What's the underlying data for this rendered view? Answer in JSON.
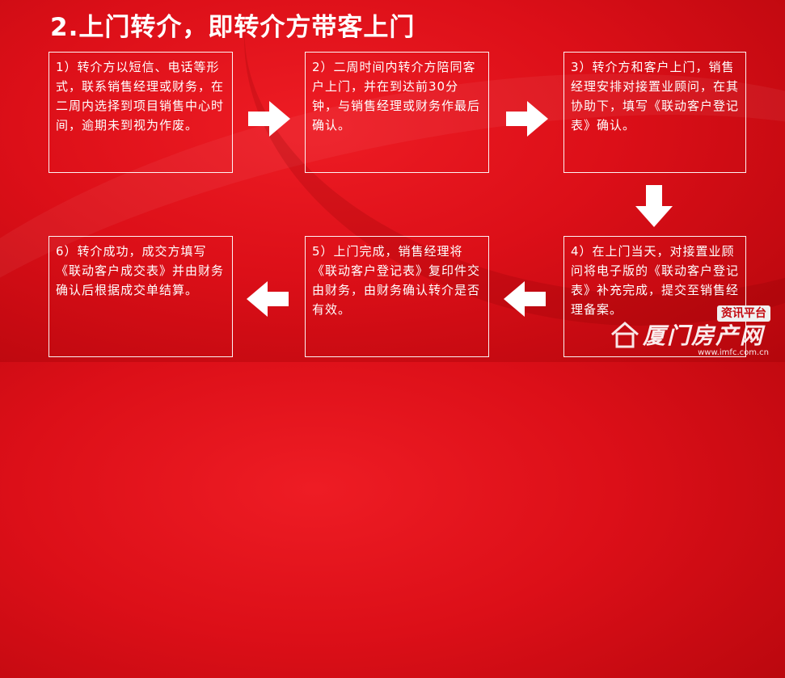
{
  "title": "2.上门转介，即转介方带客上门",
  "steps": [
    {
      "text": "1）转介方以短信、电话等形式，联系销售经理或财务，在二周内选择到项目销售中心时间，逾期未到视为作废。"
    },
    {
      "text": "2）二周时间内转介方陪同客户上门，并在到达前30分钟，与销售经理或财务作最后确认。"
    },
    {
      "text": "3）转介方和客户上门，销售经理安排对接置业顾问，在其协助下，填写《联动客户登记表》确认。"
    },
    {
      "text": "4）在上门当天，对接置业顾问将电子版的《联动客户登记表》补充完成，提交至销售经理备案。"
    },
    {
      "text": "5）上门完成，销售经理将《联动客户登记表》复印件交由财务，由财务确认转介是否有效。"
    },
    {
      "text": "6）转介成功，成交方填写《联动客户成交表》并由财务确认后根据成交单结算。"
    }
  ],
  "arrows": [
    "right-arrow-icon",
    "right-arrow-icon",
    "down-arrow-icon",
    "left-arrow-icon",
    "left-arrow-icon"
  ],
  "watermark": {
    "badge": "资讯平台",
    "name": "厦门房产网",
    "url": "www.imfc.com.cn"
  },
  "colors": {
    "background": "#dc0f18",
    "text": "#ffffff",
    "box_border": "#ffffff"
  }
}
